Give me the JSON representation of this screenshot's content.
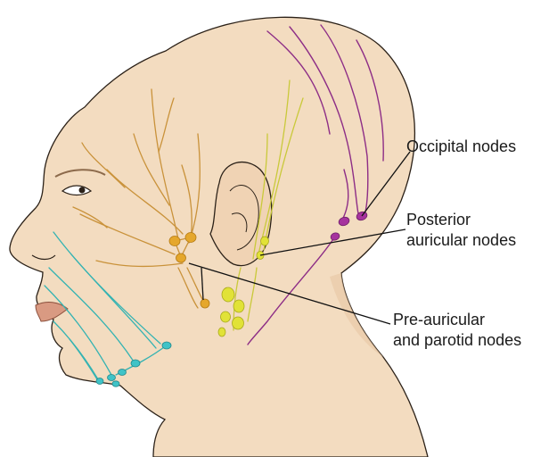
{
  "labels": {
    "occipital": "Occipital nodes",
    "posterior_line1": "Posterior",
    "posterior_line2": "auricular nodes",
    "preauricular_line1": "Pre-auricular",
    "preauricular_line2": "and parotid nodes"
  },
  "colors": {
    "skin": "#f3dcc0",
    "skin_shadow": "#e7c6a3",
    "outline": "#2b2118",
    "lip": "#d99a82",
    "preauricular_vessels": "#c9923a",
    "preauricular_nodes": "#e5a72c",
    "posterior_vessels": "#c9c93a",
    "posterior_nodes": "#e1e237",
    "occipital_vessels": "#8d2d86",
    "occipital_nodes": "#a6339e",
    "submandibular_vessels": "#34b3b2",
    "submandibular_nodes": "#3fc3c7",
    "leader_line": "#111111"
  }
}
